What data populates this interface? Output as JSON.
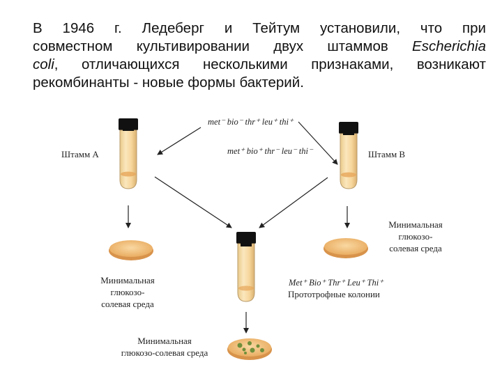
{
  "intro": {
    "line1": "В 1946 г. Ледеберг и Тейтум установили, что при",
    "line2_pre": "совместном культивировании двух штаммов ",
    "line2_species": "Escherichia",
    "line3_species": "coli",
    "line3_post": ", отличающихся несколькими признаками, возникают",
    "line4": "рекомбинанты - новые формы бактерий."
  },
  "diagram": {
    "strain_a_label": "Штамм А",
    "strain_b_label": "Штамм В",
    "genotype_a": "met⁻ bio⁻ thr⁺ leu⁺ thi⁺",
    "genotype_b": "met⁺ bio⁺ thr⁻ leu⁻ thi⁻",
    "medium_left": [
      "Минимальная",
      "глюкозо-",
      "солевая среда"
    ],
    "medium_right": [
      "Минимальная",
      "глюкозо-",
      "солевая среда"
    ],
    "medium_bottom": [
      "Минимальная",
      "глюкозо-солевая среда"
    ],
    "recombinant_genotype": "Met⁺ Bio⁺ Thr⁺ Leu⁺ Thi⁺",
    "prototroph_label": "Прототрофные колонии"
  },
  "colors": {
    "tube_fill": "#f6d59a",
    "tube_sediment": "#e7a65a",
    "dish_fill": "#f2c27f",
    "colony": "#6f8f3b",
    "cap": "#111111"
  }
}
